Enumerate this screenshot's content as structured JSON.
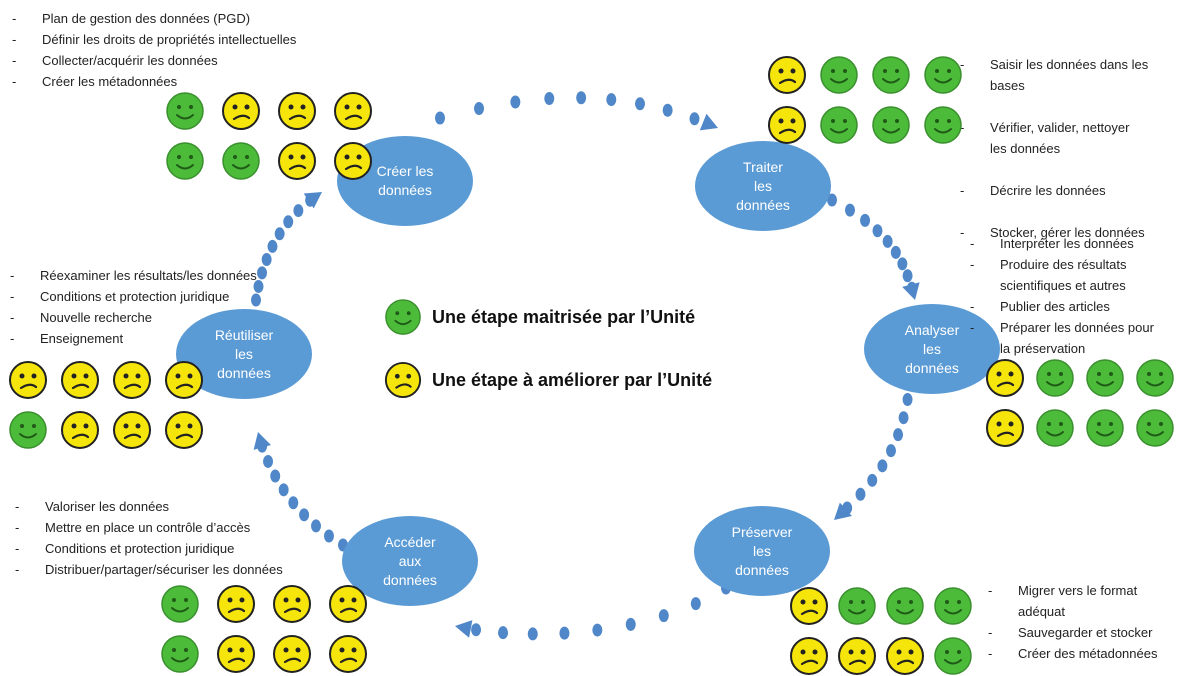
{
  "colors": {
    "node_fill": "#5b9bd5",
    "dots": "#4f87c9",
    "green_face": "#4cbb3a",
    "yellow_face": "#f5e50a"
  },
  "legend": {
    "mastered": "Une étape maitrisée par l’Unité",
    "to_improve": "Une étape à améliorer par l’Unité"
  },
  "stages": [
    {
      "id": "creer",
      "label": "Créer les\ndonnées",
      "tasks": [
        "Plan de gestion des données (PGD)",
        "Définir les droits de propriétés intellectuelles",
        "Collecter/acquérir les données",
        "Créer les métadonnées"
      ],
      "ratings": [
        [
          "green",
          "yellow",
          "yellow",
          "yellow"
        ],
        [
          "green",
          "green",
          "yellow",
          "yellow"
        ]
      ]
    },
    {
      "id": "traiter",
      "label": "Traiter\nles\ndonnées",
      "tasks": [
        "Saisir les données dans les\nbases",
        "Vérifier, valider, nettoyer\nles données",
        "Décrire les données",
        "Stocker, gérer les données"
      ],
      "ratings": [
        [
          "yellow",
          "green",
          "green",
          "green"
        ],
        [
          "yellow",
          "green",
          "green",
          "green"
        ]
      ]
    },
    {
      "id": "analyser",
      "label": "Analyser\nles\ndonnées",
      "tasks": [
        "Interpréter les données",
        "Produire des résultats\nscientifiques et autres",
        "Publier des articles",
        "Préparer les données pour\nla préservation"
      ],
      "ratings": [
        [
          "yellow",
          "green",
          "green",
          "green"
        ],
        [
          "yellow",
          "green",
          "green",
          "green"
        ]
      ]
    },
    {
      "id": "preserver",
      "label": "Préserver\nles\ndonnées",
      "tasks": [
        "Migrer vers le format\nadéquat",
        "Sauvegarder et stocker",
        "Créer des métadonnées"
      ],
      "ratings": [
        [
          "yellow",
          "green",
          "green",
          "green"
        ],
        [
          "yellow",
          "yellow",
          "yellow",
          "green"
        ]
      ]
    },
    {
      "id": "acceder",
      "label": "Accéder\naux\ndonnées",
      "tasks": [
        "Valoriser les données",
        "Mettre en place un contrôle d’accès",
        "Conditions et protection juridique",
        "Distribuer/partager/sécuriser les données"
      ],
      "ratings": [
        [
          "green",
          "yellow",
          "yellow",
          "yellow"
        ],
        [
          "green",
          "yellow",
          "yellow",
          "yellow"
        ]
      ]
    },
    {
      "id": "reutiliser",
      "label": "Réutiliser\nles\ndonnées",
      "tasks": [
        "Réexaminer les résultats/les données",
        "Conditions et protection juridique",
        "Nouvelle recherche",
        "Enseignement"
      ],
      "ratings": [
        [
          "yellow",
          "yellow",
          "yellow",
          "yellow"
        ],
        [
          "green",
          "yellow",
          "yellow",
          "yellow"
        ]
      ]
    }
  ]
}
